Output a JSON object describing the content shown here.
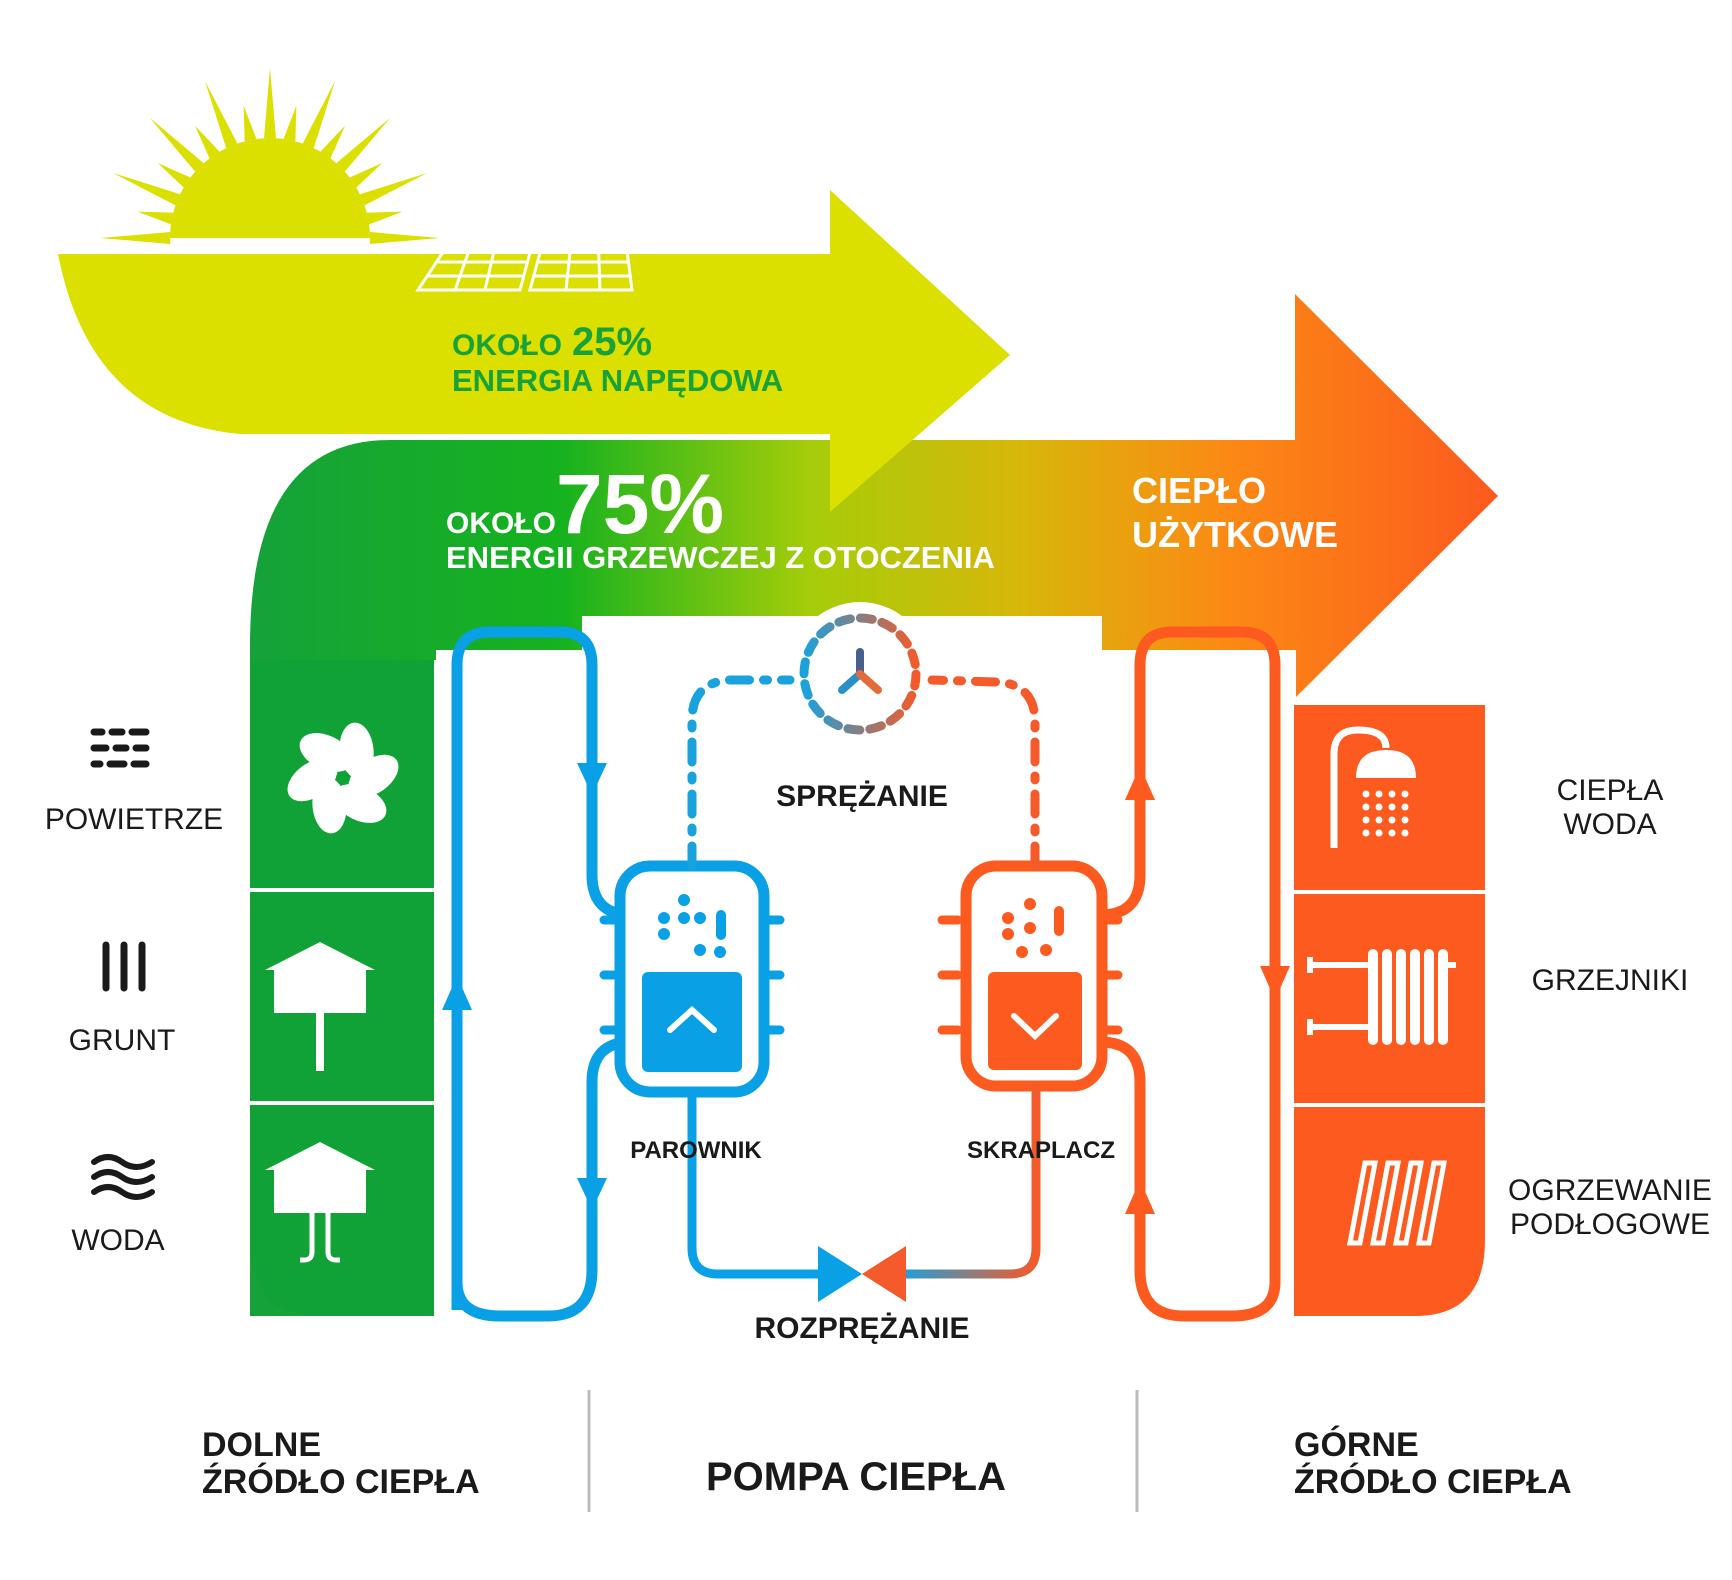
{
  "top_arrow": {
    "prefix": "OKOŁO",
    "percent": "25%",
    "caption": "ENERGIA NAPĘDOWA"
  },
  "ambient": {
    "prefix": "OKOŁO",
    "percent": "75%",
    "caption": "ENERGII GRZEWCZEJ Z OTOCZENIA"
  },
  "output": {
    "line1": "CIEPŁO",
    "line2": "UŻYTKOWE"
  },
  "sources": {
    "air": "POWIETRZE",
    "ground": "GRUNT",
    "water": "WODA"
  },
  "uses": {
    "hot_water_line1": "CIEPŁA",
    "hot_water_line2": "WODA",
    "radiators": "GRZEJNIKI",
    "floor_line1": "OGRZEWANIE",
    "floor_line2": "PODŁOGOWE"
  },
  "process": {
    "compression": "SPRĘŻANIE",
    "evaporator": "PAROWNIK",
    "condenser": "SKRAPLACZ",
    "expansion": "ROZPRĘŻANIE"
  },
  "footer": {
    "lower_line1": "DOLNE",
    "lower_line2": "ŹRÓDŁO CIEPŁA",
    "pump": "POMPA CIEPŁA",
    "upper_line1": "GÓRNE",
    "upper_line2": "ŹRÓDŁO CIEPŁA"
  },
  "colors": {
    "yellow": "#dbe000",
    "green": "#10a236",
    "blue": "#0aa0e6",
    "orange": "#fc5a1e"
  }
}
